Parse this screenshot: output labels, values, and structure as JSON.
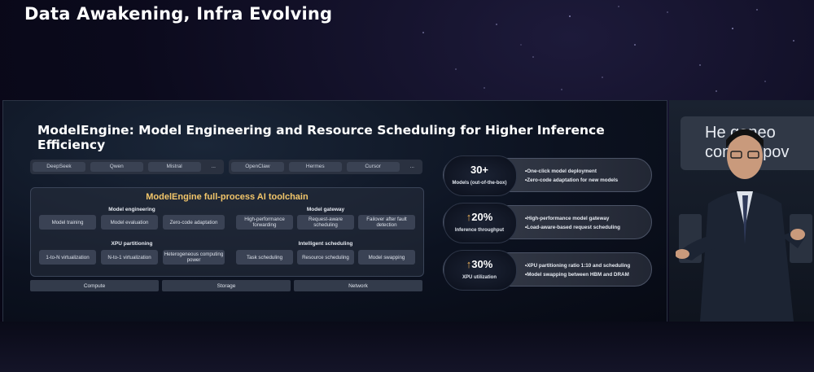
{
  "stage": {
    "title": "Data Awakening, Infra Evolving"
  },
  "slide": {
    "title": "ModelEngine: Model Engineering and Resource Scheduling for Higher Inference Efficiency",
    "models_row": [
      "DeepSeek",
      "Qwen",
      "Mistral",
      "..."
    ],
    "tools_row": [
      "OpenClaw",
      "Hermes",
      "Cursor",
      "..."
    ],
    "toolbox": {
      "title": "ModelEngine full-process AI toolchain",
      "model_engineering": {
        "label": "Model engineering",
        "items": [
          "Model training",
          "Model evaluation",
          "Zero-code adaptation"
        ]
      },
      "model_gateway": {
        "label": "Model gateway",
        "items": [
          "High-performance forwarding",
          "Request-aware scheduling",
          "Failover after fault detection"
        ]
      },
      "xpu_partitioning": {
        "label": "XPU partitioning",
        "items": [
          "1-to-N virtualization",
          "N-to-1 virtualization",
          "Heterogeneous computing power"
        ]
      },
      "intelligent_scheduling": {
        "label": "Intelligent scheduling",
        "items": [
          "Task scheduling",
          "Resource scheduling",
          "Model swapping"
        ]
      }
    },
    "base_layer": [
      "Compute",
      "Storage",
      "Network"
    ],
    "metrics": [
      {
        "value": "30+",
        "label": "Models (out-of-the-box)",
        "bullets": [
          "One-click model deployment",
          "Zero-code adaptation for new models"
        ]
      },
      {
        "arrow": "↑",
        "value": "20%",
        "label": "Inference throughput",
        "bullets": [
          "High-performance model gateway",
          "Load-aware-based request scheduling"
        ]
      },
      {
        "arrow": "↑",
        "value": "30%",
        "label": "XPU utilization",
        "bullets": [
          "XPU partitioning ratio 1:10 and scheduling",
          "Model swapping between HBM and DRAM"
        ]
      }
    ]
  },
  "side_screen": {
    "text_line1": "He   geneo",
    "text_line2": "com   ng pov"
  },
  "colors": {
    "accent": "#f2c66a",
    "arrow": "#f0b35a",
    "background": "#0b0a1c"
  }
}
